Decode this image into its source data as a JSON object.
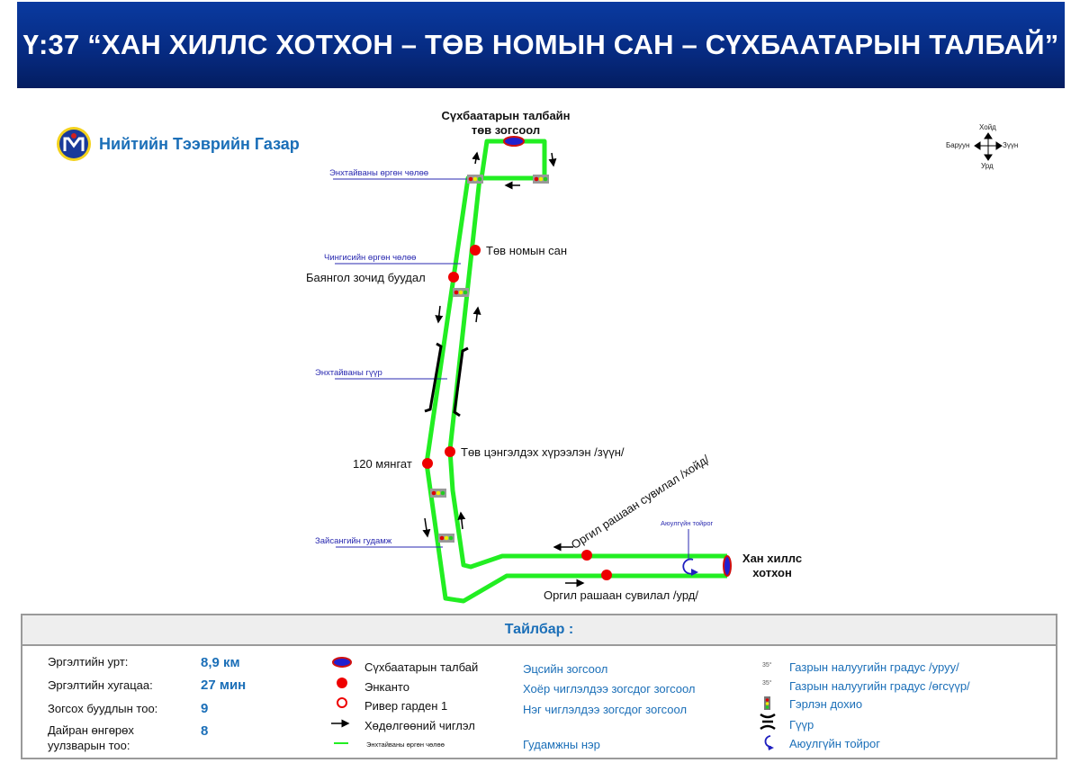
{
  "header": {
    "title": "Ү:37 “ХАН ХИЛЛС ХОТХОН – ТӨВ НОМЫН САН – СҮХБААТАРЫН ТАЛБАЙ”"
  },
  "organization": {
    "name": "Нийтийн Тээврийн Газар"
  },
  "compass": {
    "north": "Хойд",
    "south": "Урд",
    "west": "Баруун",
    "east": "Зүүн"
  },
  "map": {
    "terminal_top": "Сүхбаатарын талбайн төв зогсоол",
    "terminal_end": "Хан хиллс хотхон",
    "stops": [
      "Төв номын сан",
      "Баянгол зочид буудал",
      "Төв цэнгэлдэх хүрээлэн /зүүн/",
      "120 мянгат",
      "Оргил рашаан сувилал /хойд/",
      "Оргил рашаан сувилал /урд/"
    ],
    "streets": [
      "Энхтайваны өргөн чөлөө",
      "Чингисийн өргөн чөлөө",
      "Энхтайваны гүүр",
      "Зайсангийн гудамж"
    ],
    "roundabout_label": "Аюулгүйн тойрог"
  },
  "legend": {
    "title": "Тайлбар :",
    "stats": [
      {
        "label": "Эргэлтийн урт:",
        "value": "8,9 км"
      },
      {
        "label": "Эргэлтийн хугацаа:",
        "value": "27 мин"
      },
      {
        "label": "Зогсох буудлын тоо:",
        "value": "9"
      },
      {
        "label": "Дайран өнгөрөх уулзварын тоо:",
        "value": "8"
      }
    ],
    "symbols": [
      "Сүхбаатарын талбай",
      "Энканто",
      "Ривер гарден 1",
      "Хөдөлгөөний чиглэл",
      "Энхтайваны өргөн чөлөө"
    ],
    "stop_types": [
      "Эцсийн зогсоол",
      "Хоёр чиглэлдээ зогсдог зогсоол",
      "Нэг чиглэлдээ зогсдог зогсоол",
      "Гудамжны нэр"
    ],
    "slope_mark": "35°",
    "others": [
      "Газрын налуугийн градус /уруу/",
      "Газрын налуугийн градус /өгсүүр/",
      "Гэрлэн дохио",
      "Гүүр",
      "Аюулгүйн тойрог"
    ]
  },
  "colors": {
    "route": "#22ee22",
    "stop": "#ee0000",
    "terminal": "#2020d0",
    "banner": "#06308a",
    "accent": "#1b6fb8"
  }
}
